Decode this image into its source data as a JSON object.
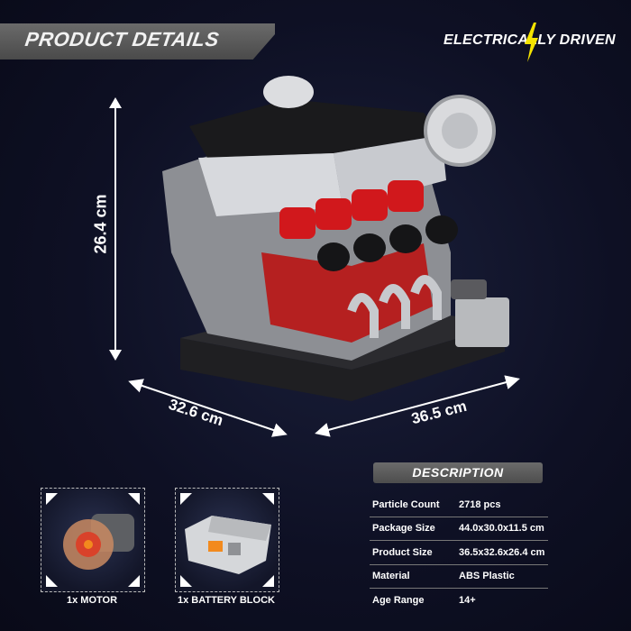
{
  "header": {
    "title": "PRODUCT DETAILS",
    "tagline": "ELECTRICALLY DRIVEN",
    "tagline_icon": "lightning-bolt-icon",
    "accent_color": "#f5e400"
  },
  "dimensions": {
    "height": "26.4 cm",
    "depth": "32.6 cm",
    "width": "36.5 cm"
  },
  "product_image": {
    "description": "Brick-built V8 engine model, red and silver with black intake covers"
  },
  "accessories": [
    {
      "label": "1x MOTOR",
      "icon": "motor-icon"
    },
    {
      "label": "1x BATTERY BLOCK",
      "icon": "battery-block-icon"
    }
  ],
  "description": {
    "title": "DESCRIPTION",
    "rows": [
      {
        "key": "Particle Count",
        "value": "2718 pcs"
      },
      {
        "key": "Package Size",
        "value": "44.0x30.0x11.5 cm"
      },
      {
        "key": "Product Size",
        "value": "36.5x32.6x26.4 cm"
      },
      {
        "key": "Material",
        "value": "ABS Plastic"
      },
      {
        "key": "Age Range",
        "value": "14+"
      }
    ]
  }
}
